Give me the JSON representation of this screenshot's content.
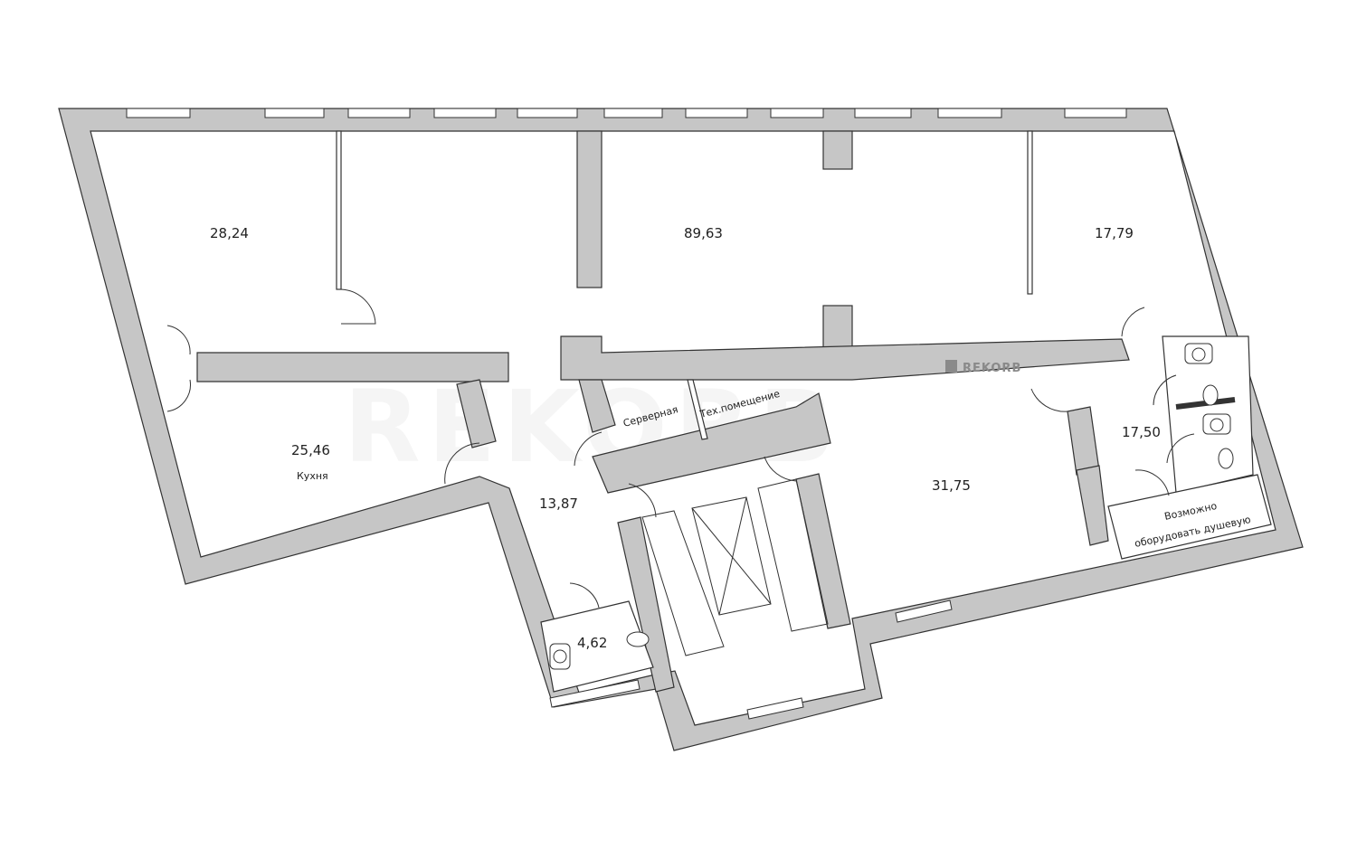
{
  "plan": {
    "rooms": [
      {
        "id": "room-1",
        "area": "28,24"
      },
      {
        "id": "room-2",
        "area": "89,63"
      },
      {
        "id": "room-3",
        "area": "17,79"
      },
      {
        "id": "kitchen",
        "area": "25,46",
        "name": "Кухня"
      },
      {
        "id": "hall",
        "area": "13,87"
      },
      {
        "id": "server",
        "name": "Серверная"
      },
      {
        "id": "tech",
        "name": "Тех.помещение"
      },
      {
        "id": "room-4",
        "area": "31,75"
      },
      {
        "id": "wc-block",
        "area": "17,50"
      },
      {
        "id": "wc",
        "area": "4,62"
      },
      {
        "id": "shower-note",
        "line1": "Возможно",
        "line2": "оборудовать душевую"
      }
    ],
    "brand": "REKORB",
    "watermark": "REKORB",
    "colors": {
      "wall": "#c6c6c6",
      "line": "#333333"
    }
  }
}
